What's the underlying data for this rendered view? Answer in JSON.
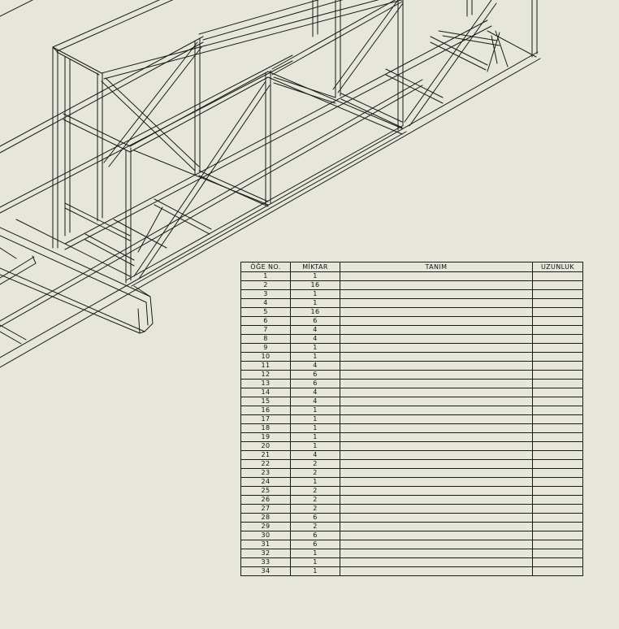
{
  "bom": {
    "headers": {
      "item_no": "ÖĞE NO.",
      "quantity": "MİKTAR",
      "description": "TANIM",
      "length": "UZUNLUK"
    },
    "rows": [
      {
        "item": "1",
        "qty": "1"
      },
      {
        "item": "2",
        "qty": "16"
      },
      {
        "item": "3",
        "qty": "1"
      },
      {
        "item": "4",
        "qty": "1"
      },
      {
        "item": "5",
        "qty": "16"
      },
      {
        "item": "6",
        "qty": "6"
      },
      {
        "item": "7",
        "qty": "4"
      },
      {
        "item": "8",
        "qty": "4"
      },
      {
        "item": "9",
        "qty": "1"
      },
      {
        "item": "10",
        "qty": "1"
      },
      {
        "item": "11",
        "qty": "4"
      },
      {
        "item": "12",
        "qty": "6"
      },
      {
        "item": "13",
        "qty": "6"
      },
      {
        "item": "14",
        "qty": "4"
      },
      {
        "item": "15",
        "qty": "4"
      },
      {
        "item": "16",
        "qty": "1"
      },
      {
        "item": "17",
        "qty": "1"
      },
      {
        "item": "18",
        "qty": "1"
      },
      {
        "item": "19",
        "qty": "1"
      },
      {
        "item": "20",
        "qty": "1"
      },
      {
        "item": "21",
        "qty": "4"
      },
      {
        "item": "22",
        "qty": "2"
      },
      {
        "item": "23",
        "qty": "2"
      },
      {
        "item": "24",
        "qty": "1"
      },
      {
        "item": "25",
        "qty": "2"
      },
      {
        "item": "26",
        "qty": "2"
      },
      {
        "item": "27",
        "qty": "2"
      },
      {
        "item": "28",
        "qty": "6"
      },
      {
        "item": "29",
        "qty": "2"
      },
      {
        "item": "30",
        "qty": "6"
      },
      {
        "item": "31",
        "qty": "6"
      },
      {
        "item": "32",
        "qty": "1"
      },
      {
        "item": "33",
        "qty": "1"
      },
      {
        "item": "34",
        "qty": "1"
      }
    ]
  },
  "colors": {
    "sheet_background": "#e6e6da",
    "line_color": "#1a1a1a"
  }
}
